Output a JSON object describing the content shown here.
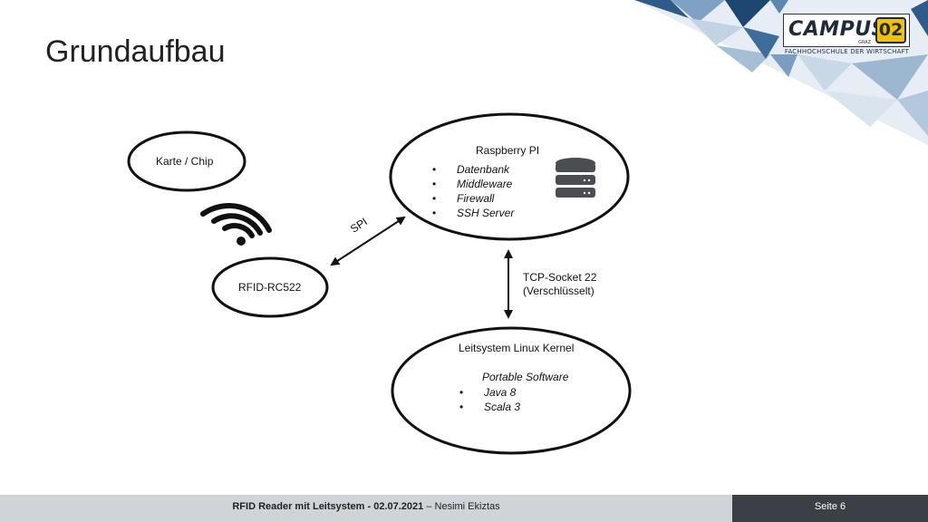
{
  "slide": {
    "title": "Grundaufbau"
  },
  "logo": {
    "word": "CAMPUS",
    "number": "02",
    "city": "GRAZ",
    "subtitle": "FACHHOCHSCHULE DER WIRTSCHAFT"
  },
  "nodes": {
    "card": {
      "label": "Karte / Chip"
    },
    "rfid": {
      "label": "RFID-RC522"
    },
    "raspberry": {
      "label": "Raspberry PI",
      "items": [
        "Datenbank",
        "Middleware",
        "Firewall",
        "SSH Server"
      ]
    },
    "leitsystem": {
      "label": "Leitsystem Linux Kernel",
      "subtitle": "Portable Software",
      "items": [
        "Java 8",
        "Scala 3"
      ]
    }
  },
  "edges": {
    "spi": {
      "label": "SPI"
    },
    "tcp": {
      "label_line1": "TCP-Socket 22",
      "label_line2": "(Verschlüsselt)"
    }
  },
  "icons": {
    "wifi": "wifi-icon",
    "database": "database-icon"
  },
  "footer": {
    "title_bold": "RFID Reader mit Leitsystem - 02.07.2021",
    "separator": " – ",
    "author": "Nesimi Ekiztas",
    "page": "Seite 6"
  },
  "colors": {
    "footer_light": "#cfd4d8",
    "footer_dark": "#3b4046",
    "logo_yellow": "#f2c200",
    "corner_blue": "#2e5b8a"
  }
}
